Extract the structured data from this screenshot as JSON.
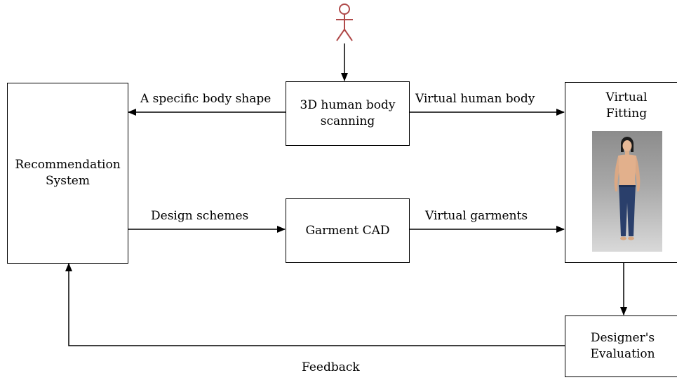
{
  "nodes": {
    "recommendation": {
      "line1": "Recommendation",
      "line2": "System"
    },
    "scanning": {
      "line1": "3D human body",
      "line2": "scanning"
    },
    "garment_cad": {
      "label": "Garment CAD"
    },
    "virtual_fitting": {
      "line1": "Virtual",
      "line2": "Fitting"
    },
    "evaluation": {
      "line1": "Designer's",
      "line2": "Evaluation"
    }
  },
  "edges": {
    "scan_to_reco": "A specific body shape",
    "scan_to_fitting": "Virtual human body",
    "reco_to_cad": "Design schemes",
    "cad_to_fitting": "Virtual garments",
    "feedback": "Feedback"
  },
  "icons": {
    "actor": "user-stick-figure-icon",
    "avatar": "avatar-figure-icon"
  },
  "colors": {
    "actor": "#b04a4a",
    "line": "#000000"
  }
}
